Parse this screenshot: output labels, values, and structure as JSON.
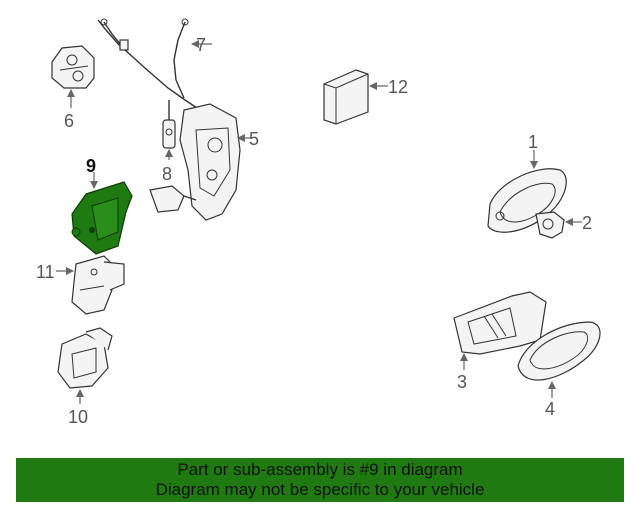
{
  "callouts": {
    "c1": "1",
    "c2": "2",
    "c3": "3",
    "c4": "4",
    "c5": "5",
    "c6": "6",
    "c7": "7",
    "c8": "8",
    "c9": "9",
    "c10": "10",
    "c11": "11",
    "c12": "12"
  },
  "banner": {
    "line1": "Part or sub-assembly is #9 in diagram",
    "line2": "Diagram may not be specific to your vehicle"
  },
  "colors": {
    "highlight_part": "#1f7a12",
    "banner_background": "#1f7a12"
  }
}
